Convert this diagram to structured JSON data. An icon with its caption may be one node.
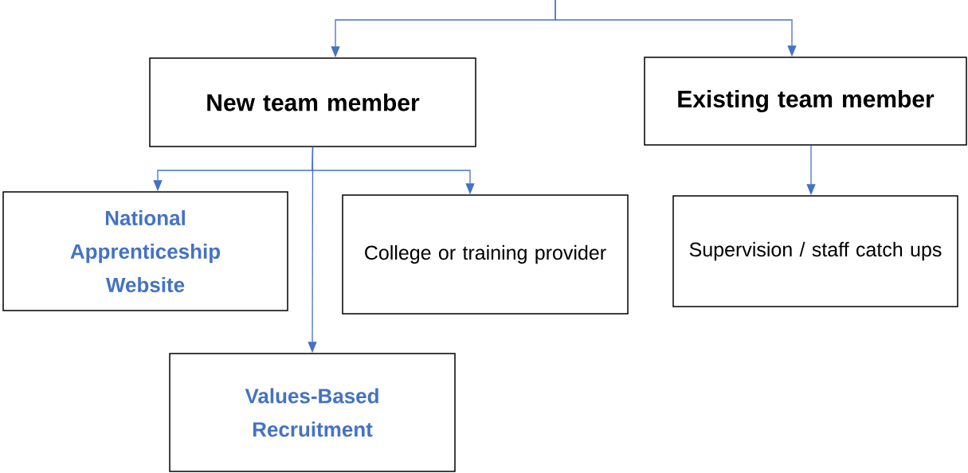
{
  "diagram": {
    "nodes": [
      {
        "text": [
          "New team member"
        ]
      },
      {
        "text": [
          "Existing team member"
        ]
      },
      {
        "text": [
          "National Apprenticeship Website"
        ]
      },
      {
        "text": [
          "College or training provider"
        ]
      },
      {
        "text": [
          "Supervision / staff catch ups"
        ]
      },
      {
        "text": [
          "Values-Based Recruitment"
        ]
      }
    ],
    "edges": [
      {
        "from": null,
        "to": 0,
        "arrow": "to"
      },
      {
        "from": null,
        "to": 1,
        "arrow": "to"
      },
      {
        "from": 0,
        "to": 2,
        "arrow": "to"
      },
      {
        "from": 0,
        "to": 3,
        "arrow": "to"
      },
      {
        "from": 0,
        "to": 5,
        "arrow": "to"
      },
      {
        "from": 1,
        "to": 4,
        "arrow": "to"
      }
    ]
  }
}
